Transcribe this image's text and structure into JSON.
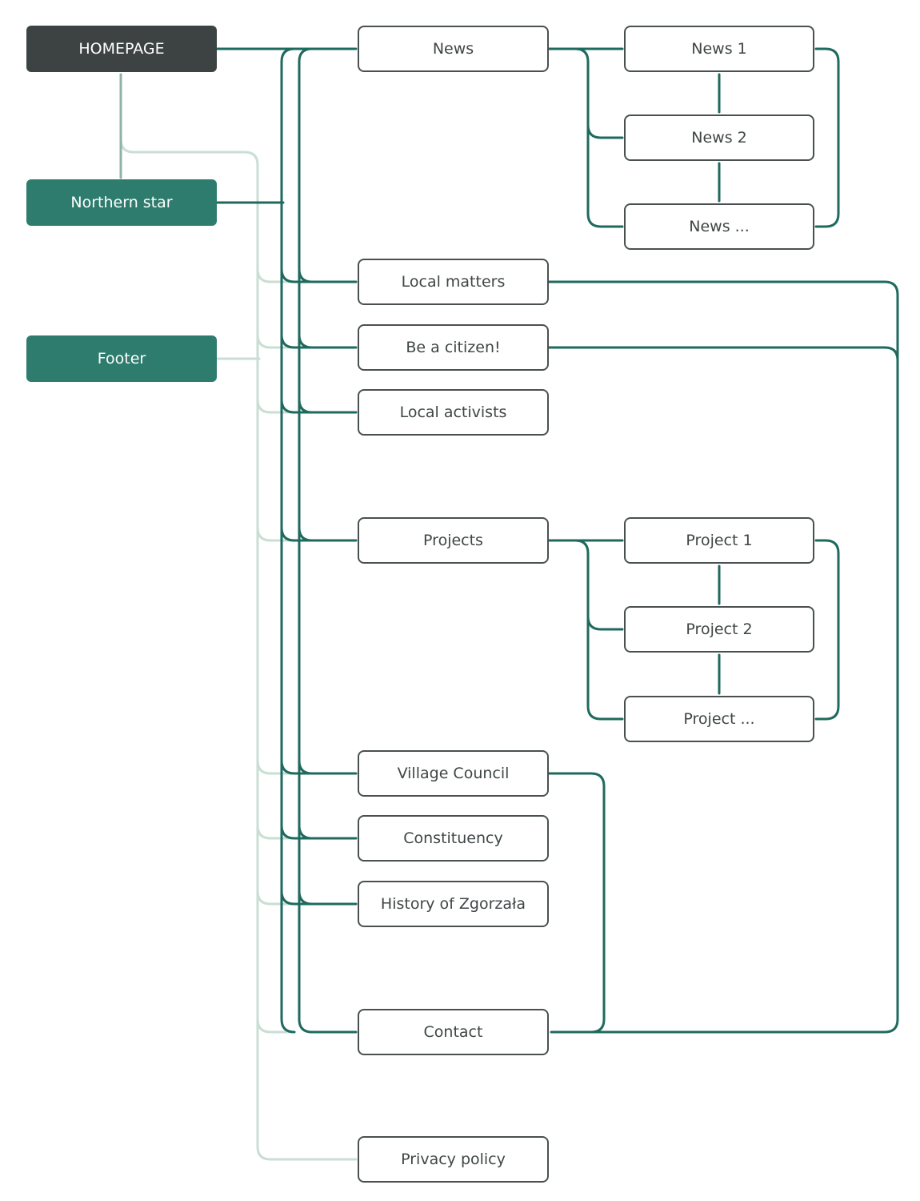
{
  "diagram": {
    "type": "sitemap",
    "colors": {
      "edge_dark": "#1e6a5e",
      "edge_mid": "#8fb1a6",
      "edge_pale": "#c9ded5",
      "node_dark_bg": "#3d4343",
      "node_teal_bg": "#2e7c6d",
      "node_border": "#4a5050",
      "node_text": "#3f4545",
      "node_light_text": "#ffffff",
      "canvas_bg": "#ffffff"
    },
    "nodes": {
      "homepage": {
        "label": "HOMEPAGE"
      },
      "northern_star": {
        "label": "Northern star"
      },
      "footer": {
        "label": "Footer"
      },
      "news": {
        "label": "News"
      },
      "local_matters": {
        "label": "Local matters"
      },
      "be_a_citizen": {
        "label": "Be a citizen!"
      },
      "local_activists": {
        "label": "Local activists"
      },
      "projects": {
        "label": "Projects"
      },
      "village_council": {
        "label": "Village Council"
      },
      "constituency": {
        "label": "Constituency"
      },
      "history": {
        "label": "History of Zgorzała"
      },
      "contact": {
        "label": "Contact"
      },
      "privacy": {
        "label": "Privacy policy"
      },
      "news1": {
        "label": "News 1"
      },
      "news2": {
        "label": "News 2"
      },
      "news_more": {
        "label": "News ..."
      },
      "project1": {
        "label": "Project 1"
      },
      "project2": {
        "label": "Project 2"
      },
      "project_more": {
        "label": "Project ..."
      }
    },
    "edges": [
      {
        "from": "homepage",
        "to": "news"
      },
      {
        "from": "homepage",
        "to": "local_matters"
      },
      {
        "from": "homepage",
        "to": "be_a_citizen"
      },
      {
        "from": "homepage",
        "to": "local_activists"
      },
      {
        "from": "homepage",
        "to": "projects"
      },
      {
        "from": "homepage",
        "to": "village_council"
      },
      {
        "from": "homepage",
        "to": "constituency"
      },
      {
        "from": "homepage",
        "to": "history"
      },
      {
        "from": "homepage",
        "to": "contact"
      },
      {
        "from": "northern_star",
        "to": "homepage"
      },
      {
        "from": "northern_star",
        "to": "local_matters"
      },
      {
        "from": "northern_star",
        "to": "be_a_citizen"
      },
      {
        "from": "northern_star",
        "to": "local_activists"
      },
      {
        "from": "northern_star",
        "to": "projects"
      },
      {
        "from": "northern_star",
        "to": "village_council"
      },
      {
        "from": "northern_star",
        "to": "constituency"
      },
      {
        "from": "northern_star",
        "to": "history"
      },
      {
        "from": "northern_star",
        "to": "contact"
      },
      {
        "from": "footer",
        "to": "homepage"
      },
      {
        "from": "footer",
        "to": "contact"
      },
      {
        "from": "footer",
        "to": "privacy"
      },
      {
        "from": "news",
        "to": "news1"
      },
      {
        "from": "news",
        "to": "news2"
      },
      {
        "from": "news",
        "to": "news_more"
      },
      {
        "from": "news1",
        "to": "news2",
        "bidirectional": true
      },
      {
        "from": "news2",
        "to": "news_more",
        "bidirectional": true
      },
      {
        "from": "news_more",
        "to": "news1",
        "bidirectional": true
      },
      {
        "from": "projects",
        "to": "project1"
      },
      {
        "from": "projects",
        "to": "project2"
      },
      {
        "from": "projects",
        "to": "project_more"
      },
      {
        "from": "project1",
        "to": "project2",
        "bidirectional": true
      },
      {
        "from": "project2",
        "to": "project_more",
        "bidirectional": true
      },
      {
        "from": "project_more",
        "to": "project1",
        "bidirectional": true
      },
      {
        "from": "local_matters",
        "to": "contact"
      },
      {
        "from": "be_a_citizen",
        "to": "contact"
      },
      {
        "from": "village_council",
        "to": "contact"
      }
    ]
  }
}
